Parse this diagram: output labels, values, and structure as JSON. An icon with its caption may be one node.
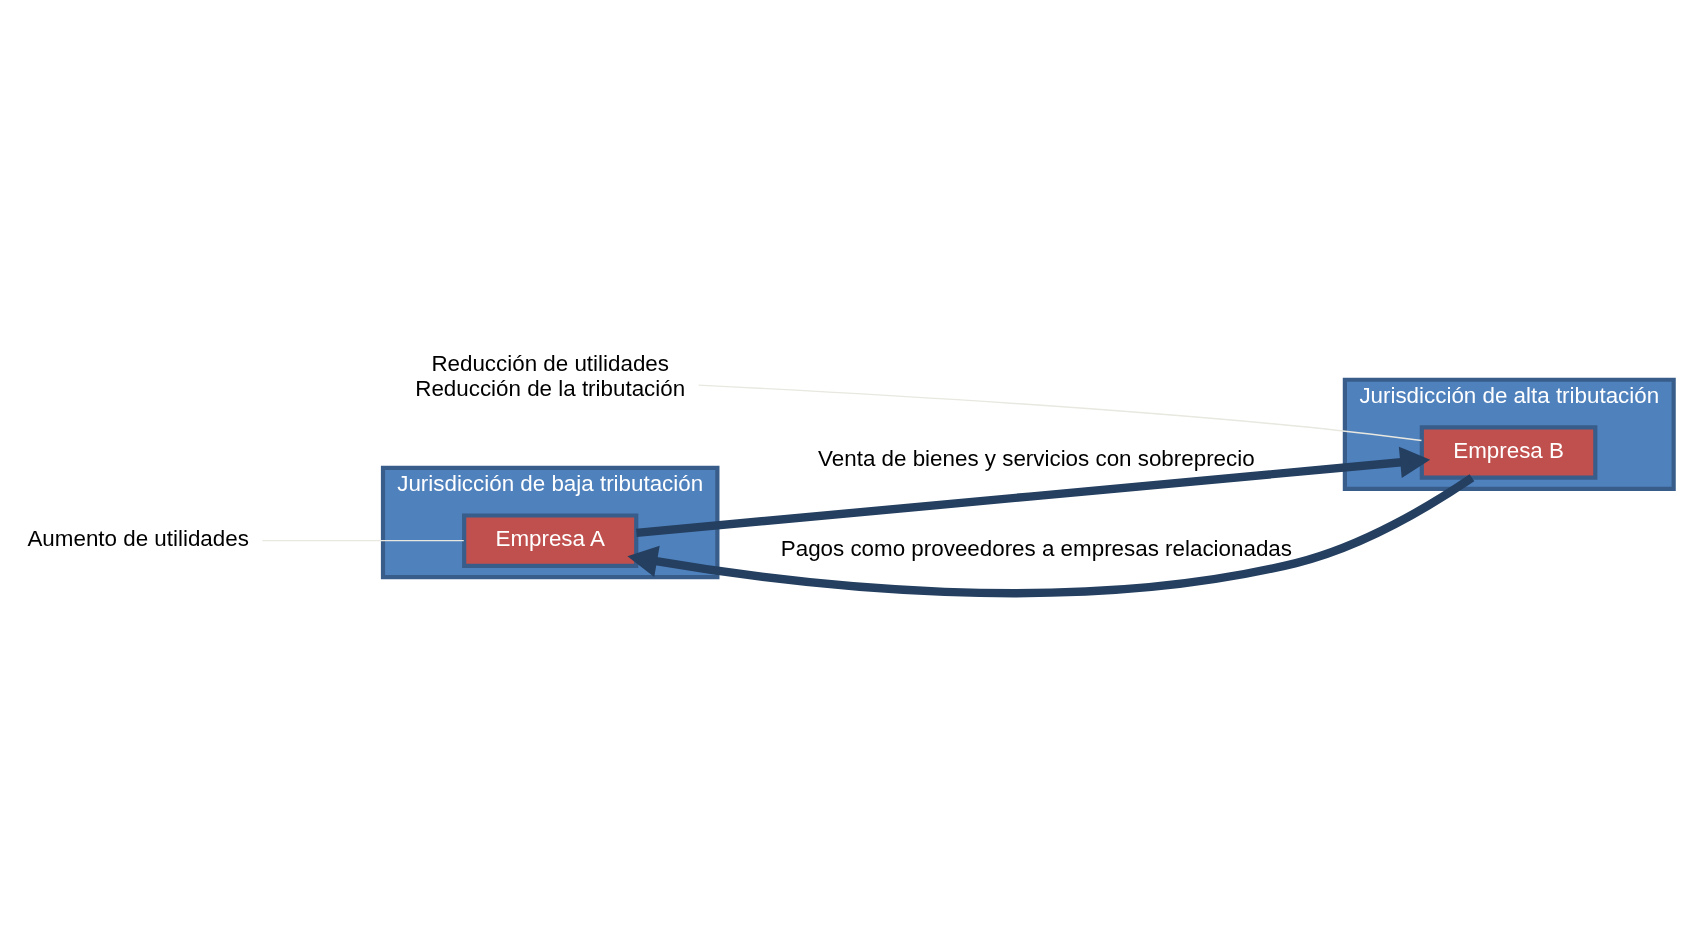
{
  "diagram": {
    "nodes": [
      {
        "text": [
          "Jurisdicción de baja tributación"
        ]
      },
      {
        "text": [
          "Empresa A"
        ],
        "in": 0
      },
      {
        "text": [
          "Jurisdicción de alta tributación"
        ]
      },
      {
        "text": [
          "Empresa B"
        ],
        "in": 2
      },
      {
        "text": [
          "Aumento de utilidades"
        ]
      },
      {
        "text": [
          "Reducción de utilidades",
          "Reducción de la tributación"
        ]
      }
    ],
    "edges": [
      {
        "from": 1,
        "to": 3,
        "arrow": "to",
        "label": "Venta de bienes y servicios con sobreprecio",
        "style": "thick",
        "color": "#243f60"
      },
      {
        "from": 3,
        "to": 1,
        "arrow": "to",
        "label": "Pagos como proveedores a empresas relacionadas",
        "style": "thick",
        "color": "#243f60"
      },
      {
        "from": 4,
        "to": 1,
        "arrow": "none",
        "color": "#e8e8e0"
      },
      {
        "from": 5,
        "to": 3,
        "arrow": "none",
        "color": "#e8e8e0"
      }
    ]
  }
}
